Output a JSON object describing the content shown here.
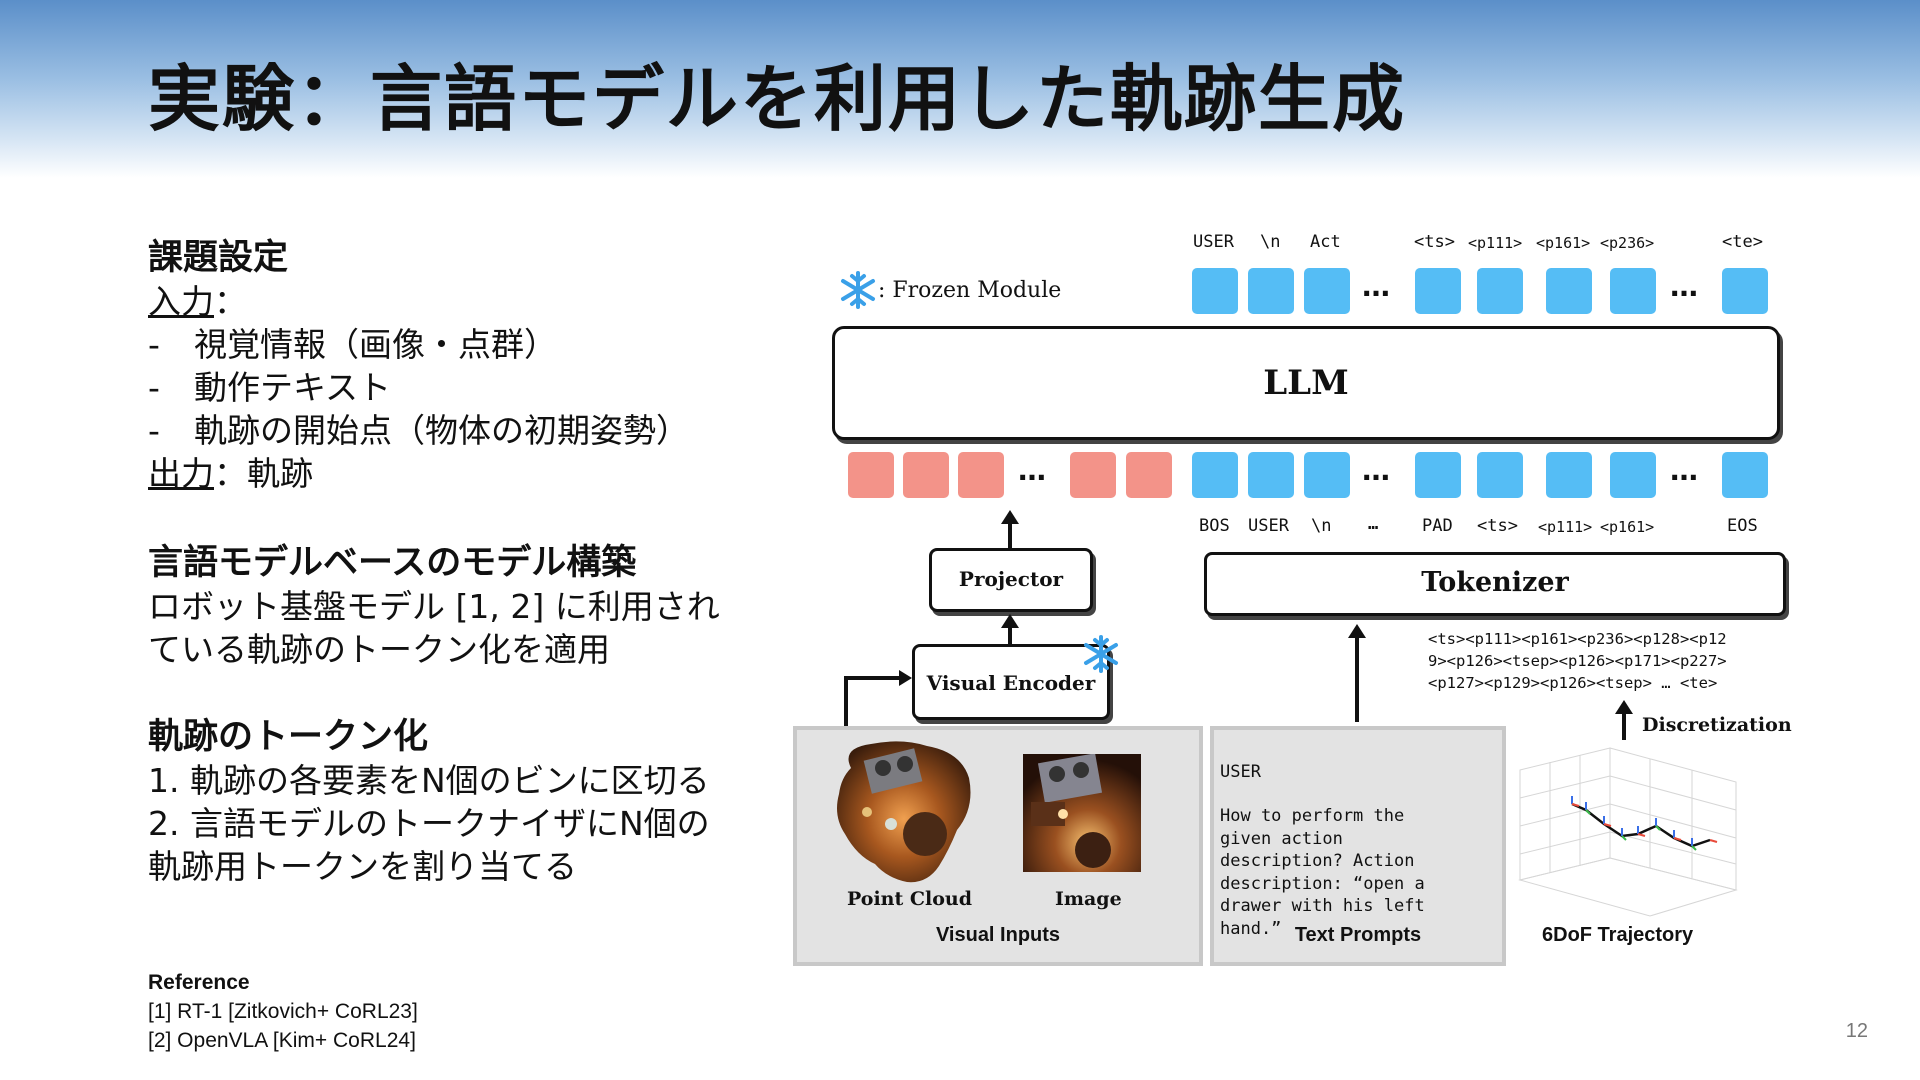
{
  "slide": {
    "title": "実験：言語モデルを利用した軌跡生成",
    "page_number": "12"
  },
  "task": {
    "heading": "課題設定",
    "input_label": "入力",
    "input_sep": "：",
    "bullet": "-",
    "inputs": [
      "視覚情報（画像・点群）",
      "動作テキスト",
      "軌跡の開始点（物体の初期姿勢）"
    ],
    "output_label": "出力",
    "output_sep": "：",
    "output_value": "軌跡"
  },
  "lm_section": {
    "heading": "言語モデルベースのモデル構築",
    "lines": [
      "ロボット基盤モデル [1, 2] に利用され",
      "ている軌跡のトークン化を適用"
    ]
  },
  "tokenize_section": {
    "heading": "軌跡のトークン化",
    "lines": [
      "1. 軌跡の各要素をN個のビンに区切る",
      "2. 言語モデルのトークナイザにN個の",
      "軌跡用トークンを割り当てる"
    ]
  },
  "reference": {
    "heading": "Reference",
    "items": [
      "[1] RT-1 [Zitkovich+ CoRL23]",
      "[2] OpenVLA [Kim+ CoRL24]"
    ]
  },
  "diagram": {
    "frozen_label": ": Frozen Module",
    "output_tokens": [
      "USER",
      "\\n",
      "Act",
      "<ts>",
      "<p111>",
      "<p161>",
      "<p236>",
      "<te>"
    ],
    "llm_label": "LLM",
    "input_tokens": [
      "BOS",
      "USER",
      "\\n",
      "…",
      "PAD",
      "<ts>",
      "<p111>",
      "<p161>",
      "EOS"
    ],
    "ellipsis": "…",
    "projector_label": "Projector",
    "visual_encoder_label": "Visual Encoder",
    "tokenizer_label": "Tokenizer",
    "token_sequence": [
      "<ts><p111><p161><p236><p128><p12",
      "9><p126><tsep><p126><p171><p227>",
      "<p127><p129><p126><tsep> … <te>"
    ],
    "discretization_label": "Discretization",
    "point_cloud_label": "Point Cloud",
    "image_label": "Image",
    "visual_inputs_label": "Visual Inputs",
    "text_prompt_lines": [
      "USER",
      "",
      "How to perform the",
      "given action",
      "description? Action",
      "description: “open a",
      "drawer with his left",
      "hand.”"
    ],
    "text_prompts_label": "Text Prompts",
    "trajectory_label": "6DoF Trajectory",
    "colors": {
      "token_blue": "#55bdf5",
      "token_red": "#f39389",
      "panel_gray": "#e3e3e3"
    }
  }
}
